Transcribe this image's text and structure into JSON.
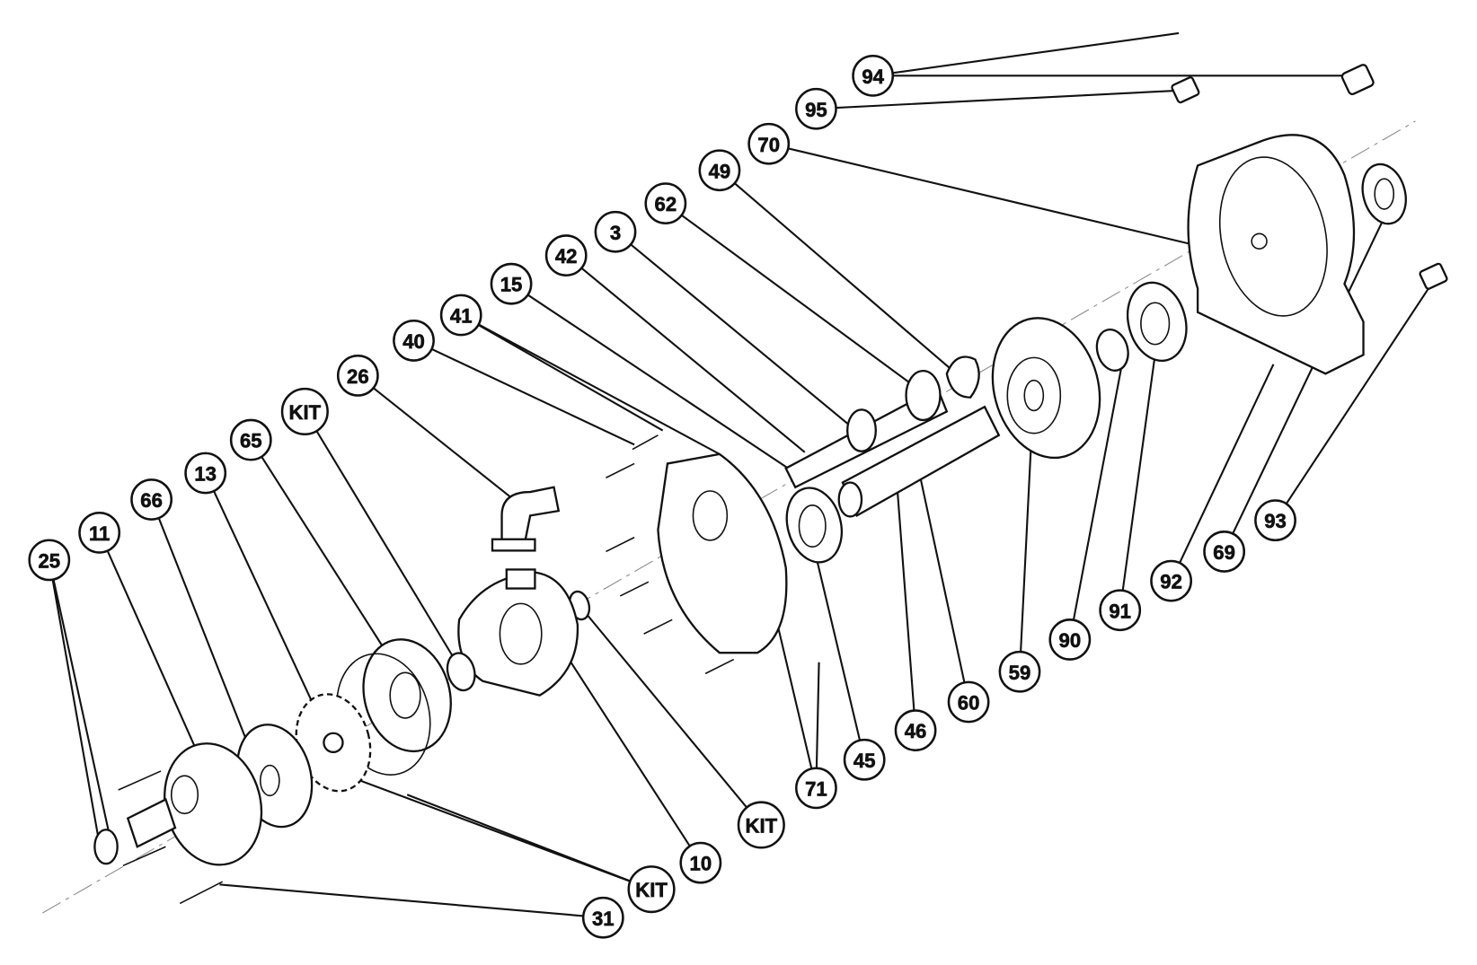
{
  "title": "Exploded parts diagram",
  "callouts": [
    {
      "label": "94"
    },
    {
      "label": "95"
    },
    {
      "label": "70"
    },
    {
      "label": "49"
    },
    {
      "label": "62"
    },
    {
      "label": "3"
    },
    {
      "label": "42"
    },
    {
      "label": "15"
    },
    {
      "label": "41"
    },
    {
      "label": "40"
    },
    {
      "label": "26"
    },
    {
      "label": "KIT"
    },
    {
      "label": "65"
    },
    {
      "label": "13"
    },
    {
      "label": "66"
    },
    {
      "label": "11"
    },
    {
      "label": "25"
    },
    {
      "label": "31"
    },
    {
      "label": "KIT"
    },
    {
      "label": "10"
    },
    {
      "label": "KIT"
    },
    {
      "label": "71"
    },
    {
      "label": "45"
    },
    {
      "label": "46"
    },
    {
      "label": "60"
    },
    {
      "label": "59"
    },
    {
      "label": "90"
    },
    {
      "label": "91"
    },
    {
      "label": "92"
    },
    {
      "label": "69"
    },
    {
      "label": "93"
    }
  ]
}
